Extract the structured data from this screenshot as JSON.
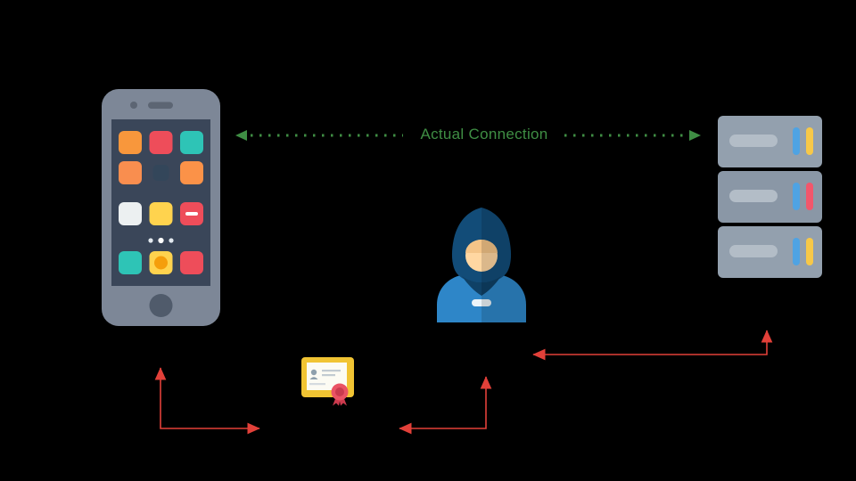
{
  "connection": {
    "label": "Actual Connection",
    "color": "#3F8E44",
    "style": "dotted",
    "direction": "bidirectional"
  },
  "connectors": {
    "color": "#E24039",
    "count": 3
  },
  "palette": {
    "background": "#000000",
    "phone_body": "#7D8797",
    "phone_screen": "#3A4659",
    "server_body": "#93A0AE",
    "server_light_blue": "#4FA3E3",
    "server_light_yellow": "#F7C848",
    "server_light_red": "#F2566B",
    "hacker_hood": "#124C78",
    "hacker_body": "#2E86C8",
    "hacker_face": "#FFD7A2",
    "certificate_gold": "#F1C433",
    "certificate_seal": "#EA5364"
  },
  "icons": {
    "left": "smartphone-icon",
    "center": "hacker-icon",
    "right": "server-rack-icon",
    "bottom": "certificate-icon"
  }
}
